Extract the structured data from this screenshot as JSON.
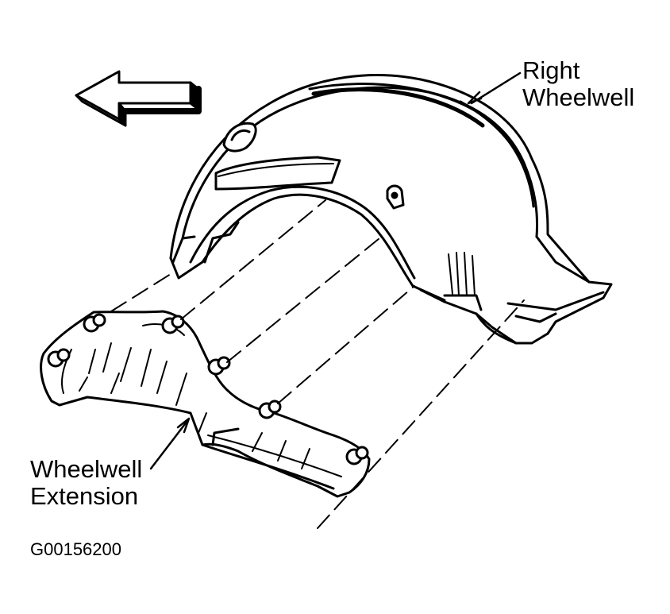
{
  "labels": {
    "right_wheelwell": {
      "line1": "Right",
      "line2": "Wheelwell"
    },
    "wheelwell_extension": {
      "line1": "Wheelwell",
      "line2": "Extension"
    }
  },
  "figure_code": "G00156200",
  "icons": {
    "direction_arrow": "arrow-left-icon"
  },
  "colors": {
    "ink": "#000000",
    "paper": "#ffffff"
  }
}
